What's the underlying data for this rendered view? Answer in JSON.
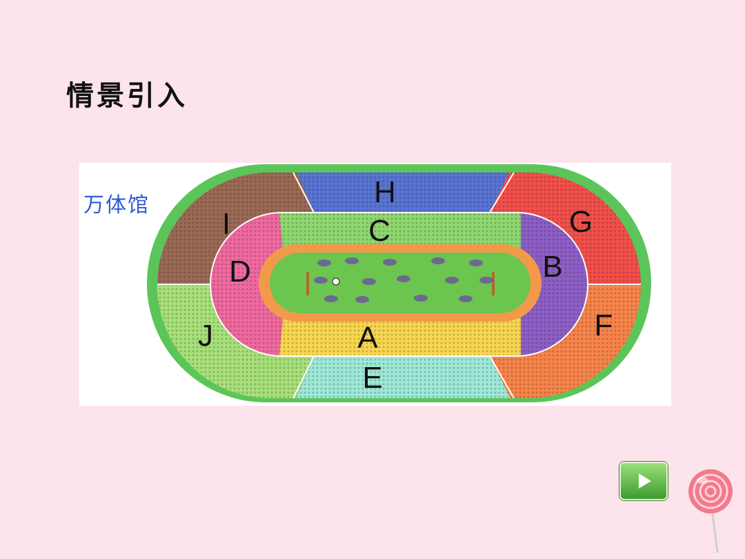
{
  "slide": {
    "title": "情景引入"
  },
  "stadium": {
    "name": "万体馆",
    "sections": {
      "A": "A",
      "B": "B",
      "C": "C",
      "D": "D",
      "E": "E",
      "F": "F",
      "G": "G",
      "H": "H",
      "I": "I",
      "J": "J"
    },
    "colors": {
      "outer_ring": "#5cc55a",
      "A": "#f9d650",
      "B": "#8d5fc6",
      "C": "#8fd870",
      "D": "#f06aa0",
      "E": "#9ee8d8",
      "F": "#f7844a",
      "G": "#f2504a",
      "H": "#5a74d4",
      "I": "#9b6a55",
      "J": "#a8e07a",
      "track": "#f29a4a",
      "field": "#6cc54e",
      "stadium_name": "#2f5bd3"
    }
  },
  "controls": {
    "play_icon": "play-icon",
    "decoration_icon": "lollipop-icon"
  }
}
